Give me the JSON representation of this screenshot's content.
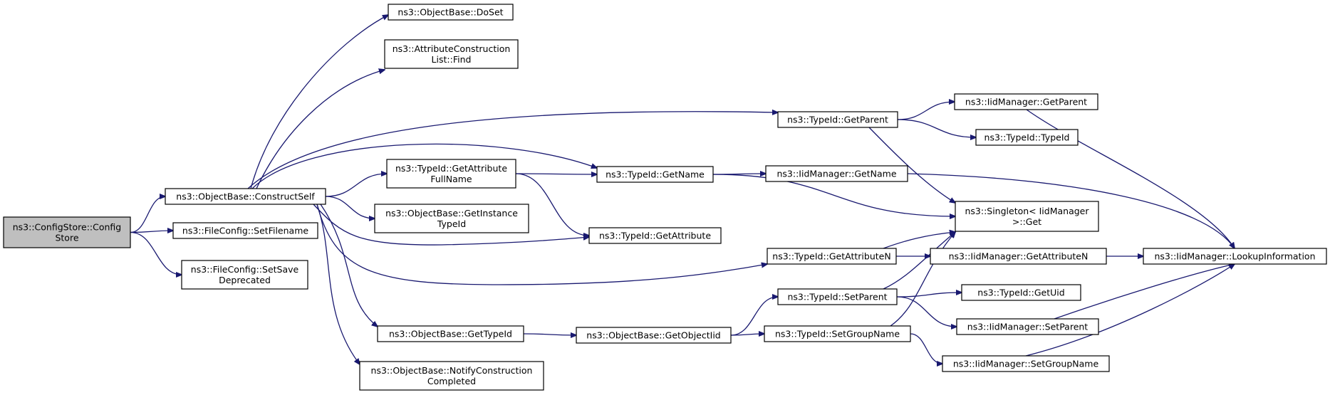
{
  "diagram": {
    "nodes": [
      {
        "id": "root",
        "lines": [
          "ns3::ConfigStore::Config",
          "Store"
        ],
        "root": true
      },
      {
        "id": "construct",
        "lines": [
          "ns3::ObjectBase::ConstructSelf"
        ]
      },
      {
        "id": "setfilename",
        "lines": [
          "ns3::FileConfig::SetFilename"
        ]
      },
      {
        "id": "setsave",
        "lines": [
          "ns3::FileConfig::SetSave",
          "Deprecated"
        ]
      },
      {
        "id": "doset",
        "lines": [
          "ns3::ObjectBase::DoSet"
        ]
      },
      {
        "id": "find",
        "lines": [
          "ns3::AttributeConstruction",
          "List::Find"
        ]
      },
      {
        "id": "getattrfull",
        "lines": [
          "ns3::TypeId::GetAttribute",
          "FullName"
        ]
      },
      {
        "id": "getinstance",
        "lines": [
          "ns3::ObjectBase::GetInstance",
          "TypeId"
        ]
      },
      {
        "id": "gettypeid",
        "lines": [
          "ns3::ObjectBase::GetTypeId"
        ]
      },
      {
        "id": "notify",
        "lines": [
          "ns3::ObjectBase::NotifyConstruction",
          "Completed"
        ]
      },
      {
        "id": "getname",
        "lines": [
          "ns3::TypeId::GetName"
        ]
      },
      {
        "id": "getattribute",
        "lines": [
          "ns3::TypeId::GetAttribute"
        ]
      },
      {
        "id": "getobjectiid",
        "lines": [
          "ns3::ObjectBase::GetObjectIid"
        ]
      },
      {
        "id": "getparent",
        "lines": [
          "ns3::TypeId::GetParent"
        ]
      },
      {
        "id": "getattrn",
        "lines": [
          "ns3::TypeId::GetAttributeN"
        ]
      },
      {
        "id": "setparent",
        "lines": [
          "ns3::TypeId::SetParent"
        ]
      },
      {
        "id": "setgroupname",
        "lines": [
          "ns3::TypeId::SetGroupName"
        ]
      },
      {
        "id": "iid_getparent",
        "lines": [
          "ns3::IidManager::GetParent"
        ]
      },
      {
        "id": "typeid_ctor",
        "lines": [
          "ns3::TypeId::TypeId"
        ]
      },
      {
        "id": "iid_getname",
        "lines": [
          "ns3::IidManager::GetName"
        ]
      },
      {
        "id": "singleton",
        "lines": [
          "ns3::Singleton< IidManager",
          ">::Get"
        ]
      },
      {
        "id": "iid_getattrn",
        "lines": [
          "ns3::IidManager::GetAttributeN"
        ]
      },
      {
        "id": "getuid",
        "lines": [
          "ns3::TypeId::GetUid"
        ]
      },
      {
        "id": "iid_setparent",
        "lines": [
          "ns3::IidManager::SetParent"
        ]
      },
      {
        "id": "iid_setgroupname",
        "lines": [
          "ns3::IidManager::SetGroupName"
        ]
      },
      {
        "id": "lookup",
        "lines": [
          "ns3::IidManager::LookupInformation"
        ]
      }
    ],
    "edges": [
      [
        "root",
        "construct"
      ],
      [
        "root",
        "setfilename"
      ],
      [
        "root",
        "setsave"
      ],
      [
        "construct",
        "doset"
      ],
      [
        "construct",
        "find"
      ],
      [
        "construct",
        "getattrfull"
      ],
      [
        "construct",
        "getinstance"
      ],
      [
        "construct",
        "gettypeid"
      ],
      [
        "construct",
        "notify"
      ],
      [
        "construct",
        "getname"
      ],
      [
        "construct",
        "getattribute"
      ],
      [
        "construct",
        "getparent"
      ],
      [
        "construct",
        "getattrn"
      ],
      [
        "getattrfull",
        "getname"
      ],
      [
        "getattrfull",
        "getattribute"
      ],
      [
        "gettypeid",
        "getobjectiid"
      ],
      [
        "getobjectiid",
        "setparent"
      ],
      [
        "getobjectiid",
        "setgroupname"
      ],
      [
        "getname",
        "iid_getname"
      ],
      [
        "getname",
        "singleton"
      ],
      [
        "getparent",
        "iid_getparent"
      ],
      [
        "getparent",
        "typeid_ctor"
      ],
      [
        "getparent",
        "singleton"
      ],
      [
        "getattrn",
        "singleton"
      ],
      [
        "getattrn",
        "iid_getattrn"
      ],
      [
        "setparent",
        "singleton"
      ],
      [
        "setparent",
        "getuid"
      ],
      [
        "setparent",
        "iid_setparent"
      ],
      [
        "setgroupname",
        "singleton"
      ],
      [
        "setgroupname",
        "iid_setgroupname"
      ],
      [
        "iid_getparent",
        "lookup"
      ],
      [
        "iid_getname",
        "lookup"
      ],
      [
        "iid_getattrn",
        "lookup"
      ],
      [
        "iid_setparent",
        "lookup"
      ],
      [
        "iid_setgroupname",
        "lookup"
      ]
    ]
  }
}
